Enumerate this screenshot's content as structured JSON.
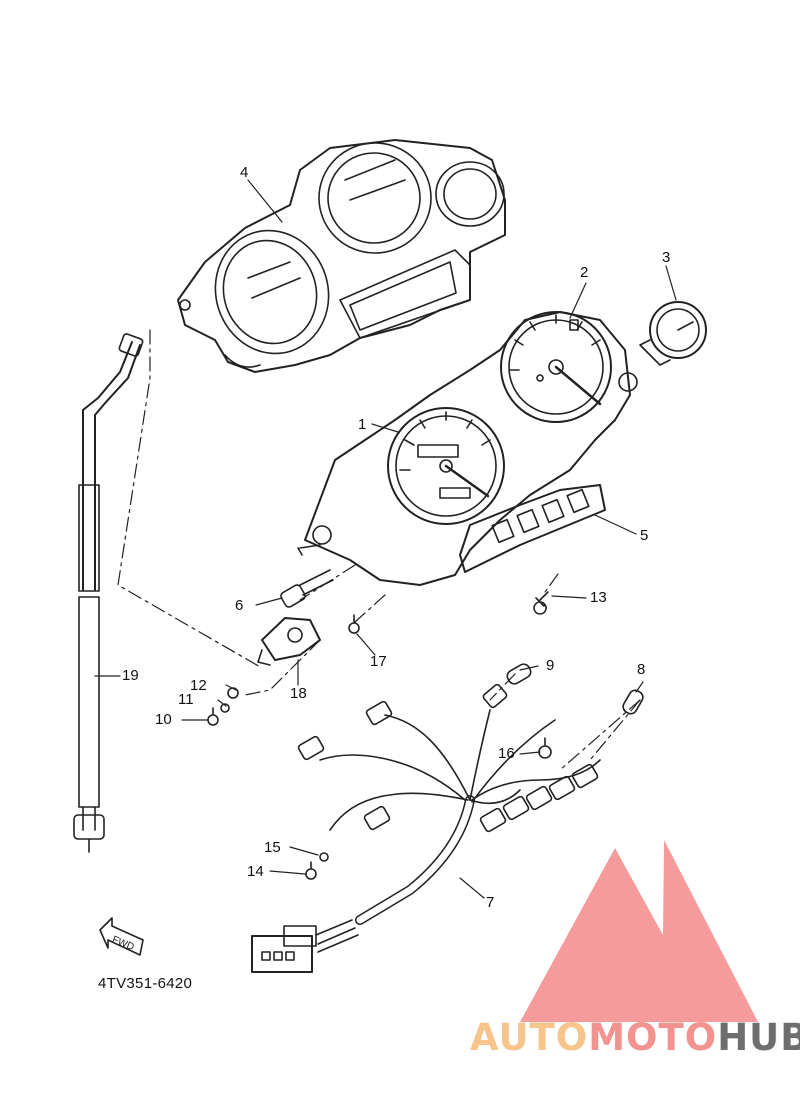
{
  "diagram": {
    "part_labels": [
      "1",
      "2",
      "3",
      "4",
      "5",
      "6",
      "7",
      "8",
      "9",
      "10",
      "11",
      "12",
      "13",
      "14",
      "15",
      "16",
      "17",
      "18",
      "19"
    ],
    "part_code": "4TV351-6420",
    "fwd_label": "FWD"
  },
  "watermark": {
    "brand_part1": "AUTO",
    "brand_part2": "MOTO",
    "brand_part3": "HUB",
    "colors": {
      "auto": "#f7c58c",
      "moto": "#f2938f",
      "hub": "#6e6e6e",
      "logo": "#f48a8a"
    }
  }
}
